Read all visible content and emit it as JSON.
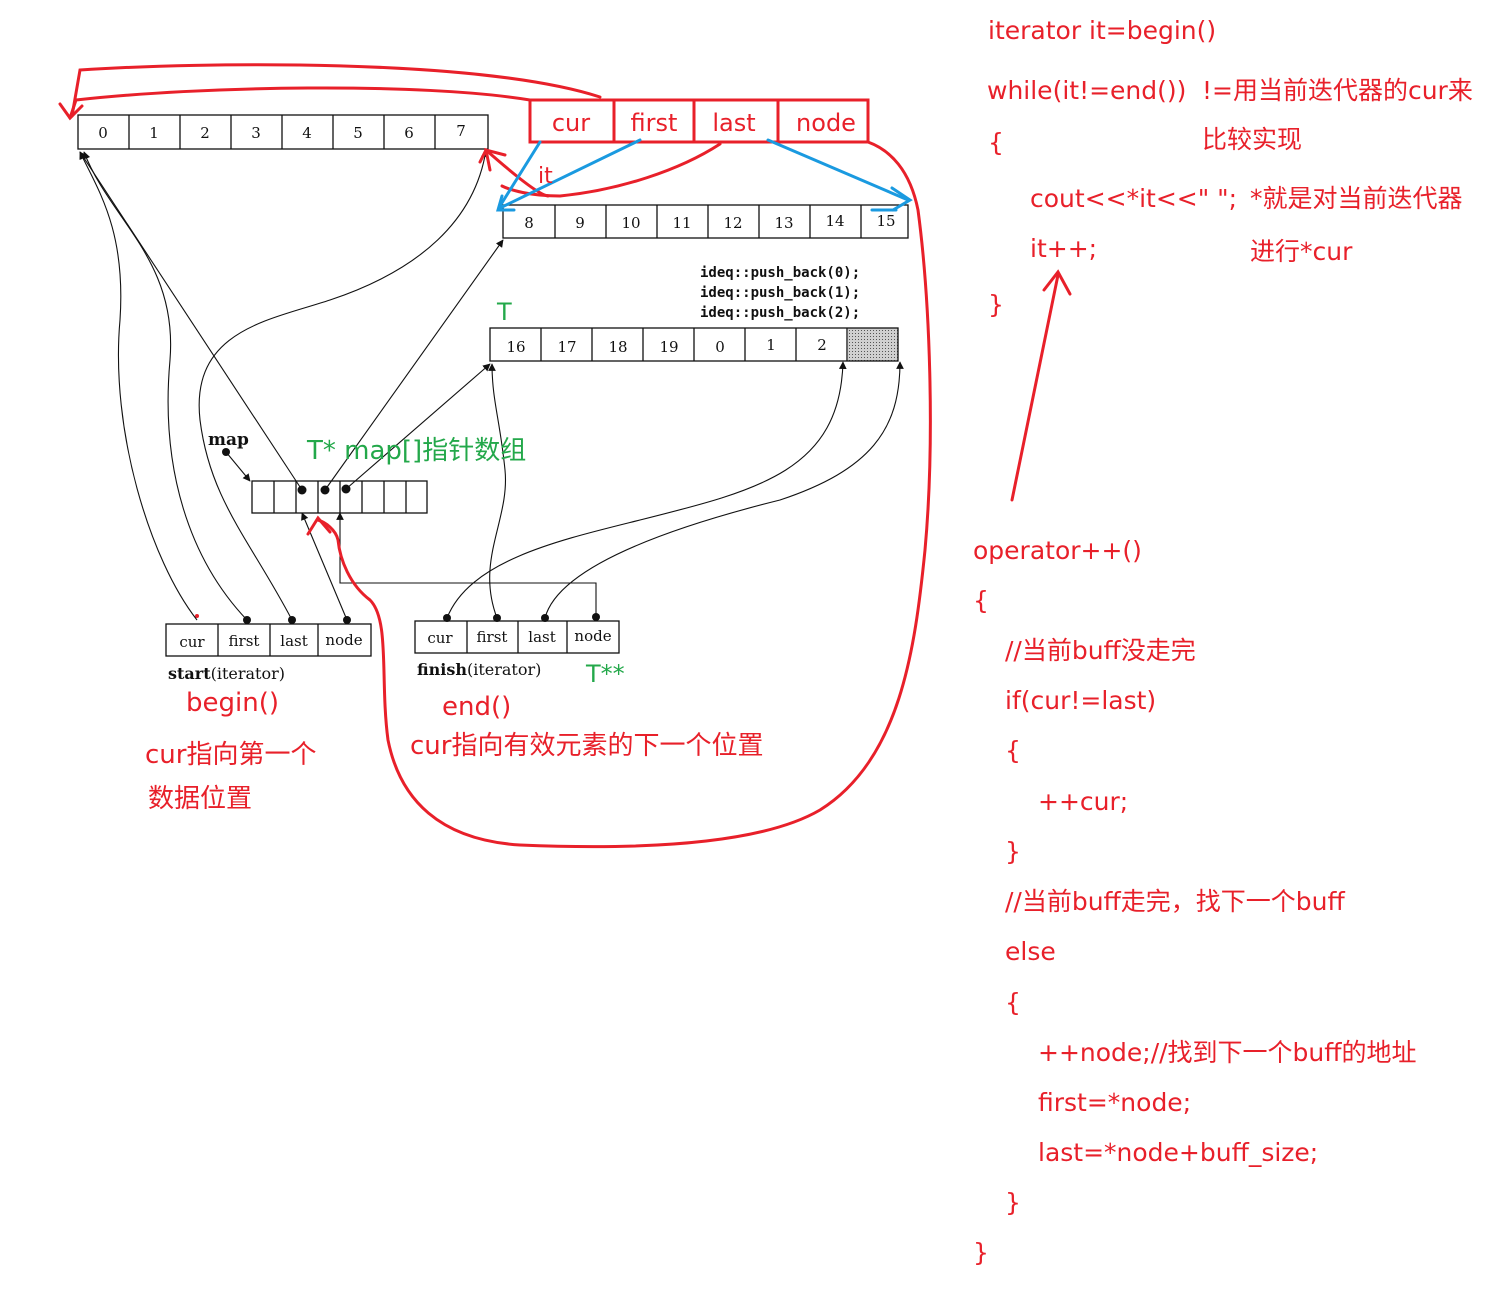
{
  "buffers": {
    "buf1": [
      "0",
      "1",
      "2",
      "3",
      "4",
      "5",
      "6",
      "7"
    ],
    "buf2": [
      "8",
      "9",
      "10",
      "11",
      "12",
      "13",
      "14",
      "15"
    ],
    "buf3": [
      "16",
      "17",
      "18",
      "19",
      "0",
      "1",
      "2",
      ""
    ]
  },
  "push_back_lines": [
    "ideq::push_back(0);",
    "ideq::push_back(1);",
    "ideq::push_back(2);"
  ],
  "iterator_fields": [
    "cur",
    "first",
    "last",
    "node"
  ],
  "top_iterator_fields": [
    "cur",
    "first",
    "last",
    "node"
  ],
  "labels": {
    "it": "it",
    "map": "map",
    "start_bold": "start",
    "start_rest": "(iterator)",
    "finish_bold": "finish",
    "finish_rest": "(iterator)",
    "T": "T",
    "T_star_map": "T*  map[]指针数组",
    "T_double_star": "T**",
    "begin": "begin()",
    "begin_note_1": "cur指向第一个",
    "begin_note_2": "数据位置",
    "end": "end()",
    "end_note": "cur指向有效元素的下一个位置"
  },
  "loop_code": {
    "line1": "iterator it=begin()",
    "line2": "while(it!=end())",
    "note_neq_1": "!=用当前迭代器的cur来",
    "note_neq_2": "比较实现",
    "brace_open": "{",
    "line3": "cout<<*it<<\" \";",
    "note_deref_1": "*就是对当前迭代器",
    "note_deref_2": "进行*cur",
    "line4": "it++;",
    "brace_close": "}"
  },
  "operator_code": [
    "operator++()",
    "{",
    "//当前buff没走完",
    "if(cur!=last)",
    "{",
    "++cur;",
    "}",
    "//当前buff走完，找下一个buff",
    "else",
    "{",
    "++node;//找到下一个buff的地址",
    "first=*node;",
    "last=*node+buff_size;",
    "}",
    "}"
  ],
  "colors": {
    "annotation": "#e8202a",
    "green": "#23a84a",
    "blue_arrow": "#1a9ae0",
    "ink": "#111111"
  }
}
